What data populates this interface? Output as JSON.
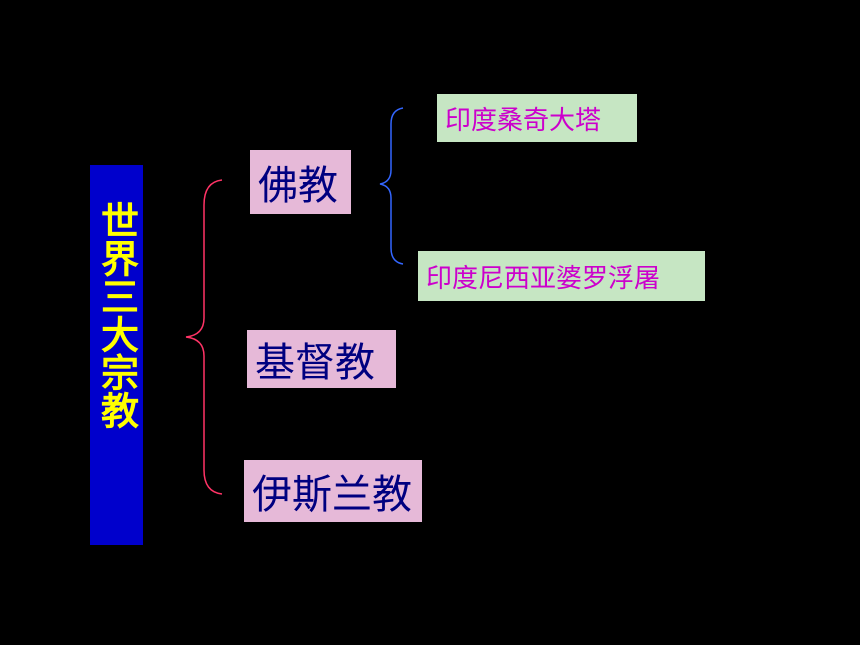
{
  "diagram": {
    "title": "世界三大宗教",
    "religions": [
      {
        "label": "佛教"
      },
      {
        "label": "基督教"
      },
      {
        "label": "伊斯兰教"
      }
    ],
    "buddhism_sites": [
      {
        "label": "印度桑奇大塔"
      },
      {
        "label": "印度尼西亚婆罗浮屠"
      }
    ],
    "colors": {
      "background": "#000000",
      "title_box": "#0000cc",
      "title_text": "#ffff00",
      "religion_box": "#e6b9d8",
      "religion_text": "#000080",
      "site_box": "#c6e6c3",
      "site_text": "#cc00cc",
      "main_bracket": "#ff3366",
      "sub_bracket": "#3366ff"
    }
  }
}
